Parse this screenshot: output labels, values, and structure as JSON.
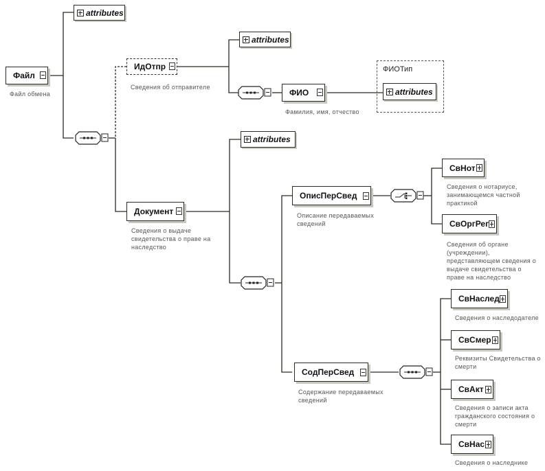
{
  "diagram": {
    "root": {
      "name": "Файл",
      "desc": "Файл обмена"
    },
    "root_attributes": {
      "label": "attributes"
    },
    "idotpr": {
      "name": "ИдОтпр",
      "desc": "Сведения об отправителе"
    },
    "idotpr_attributes": {
      "label": "attributes"
    },
    "fio": {
      "name": "ФИО",
      "desc": "Фамилия, имя, отчество"
    },
    "fio_type": {
      "name": "ФИОТип",
      "attributes_label": "attributes"
    },
    "document": {
      "name": "Документ",
      "desc": "Сведения о выдаче свидетельства о праве на наследство"
    },
    "document_attributes": {
      "label": "attributes"
    },
    "opis": {
      "name": "ОписПерСвед",
      "desc": "Описание передаваемых сведений"
    },
    "svnot": {
      "name": "СвНот",
      "desc": "Сведения о нотариусе, занимающемся частной практикой"
    },
    "svorgreg": {
      "name": "СвОргРег",
      "desc": "Сведения об органе (учреждении), представляющем сведения о выдаче свидетельства о праве на наследство"
    },
    "sod": {
      "name": "СодПерСвед",
      "desc": "Содержание передаваемых сведений"
    },
    "svnasled": {
      "name": "СвНаслед",
      "desc": "Сведения о наследодателе"
    },
    "svsmer": {
      "name": "СвСмер",
      "desc": "Реквизиты Свидетельства о смерти"
    },
    "svakt": {
      "name": "СвАкт",
      "desc": "Сведения о записи акта гражданского состояния о смерти"
    },
    "svnas": {
      "name": "СвНас",
      "desc": "Сведения о наследнике"
    }
  }
}
